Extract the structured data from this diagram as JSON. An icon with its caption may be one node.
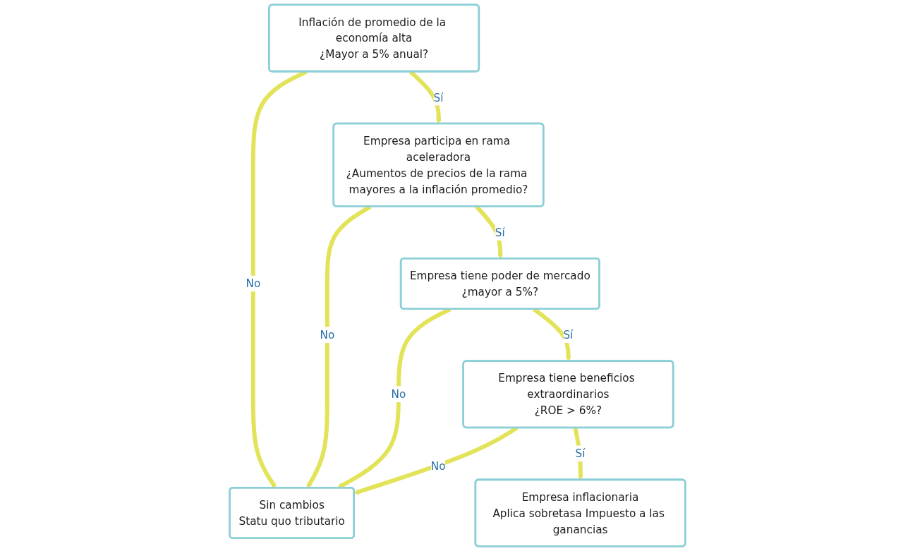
{
  "diagram": {
    "nodes": [
      {
        "text": [
          "Sin cambios",
          "Statu quo tributario"
        ]
      },
      {
        "text": [
          "Inflación de promedio de la economía alta",
          "¿Mayor a 5% anual?"
        ]
      },
      {
        "text": [
          "Empresa participa en rama aceleradora",
          "¿Aumentos de precios de la rama mayores a la inflación promedio?"
        ]
      },
      {
        "text": [
          "Empresa tiene poder de mercado",
          "¿mayor a 5%?"
        ]
      },
      {
        "text": [
          "Empresa tiene beneficios extraordinarios",
          "¿ROE > 6%?"
        ]
      },
      {
        "text": [
          "Empresa inflacionaria",
          "Aplica sobretasa Impuesto a las ganancias"
        ]
      }
    ],
    "edges": [
      {
        "from": 1,
        "to": 0,
        "arrow": "to",
        "label": "No"
      },
      {
        "from": 1,
        "to": 2,
        "arrow": "to",
        "label": "Sí"
      },
      {
        "from": 2,
        "to": 0,
        "arrow": "to",
        "label": "No"
      },
      {
        "from": 2,
        "to": 3,
        "arrow": "to",
        "label": "Sí"
      },
      {
        "from": 3,
        "to": 0,
        "arrow": "to",
        "label": "No"
      },
      {
        "from": 3,
        "to": 4,
        "arrow": "to",
        "label": "Sí"
      },
      {
        "from": 4,
        "to": 0,
        "arrow": "to",
        "label": "No"
      },
      {
        "from": 4,
        "to": 5,
        "arrow": "to",
        "label": "Sí"
      }
    ]
  }
}
